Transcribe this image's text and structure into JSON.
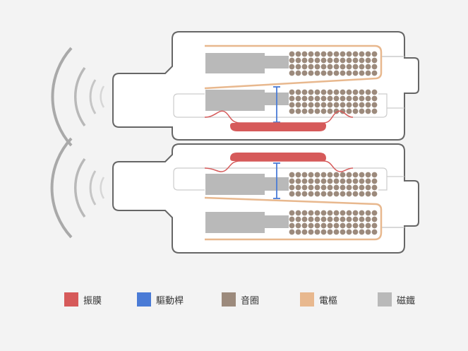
{
  "legend": [
    {
      "label": "振膜",
      "color": "#d65a5a"
    },
    {
      "label": "驅動桿",
      "color": "#4a7bd6"
    },
    {
      "label": "音圈",
      "color": "#9c8a7c"
    },
    {
      "label": "電樞",
      "color": "#e8b88e"
    },
    {
      "label": "磁鐵",
      "color": "#b9b9b9"
    }
  ],
  "colors": {
    "background": "#f3f3f3",
    "housing_fill": "#ffffff",
    "housing_stroke": "#666666",
    "inner_frame": "#cccccc",
    "sound_wave": "#a9a9a9",
    "coil_dot": "#9c8a7c",
    "armature": "#e8b88e",
    "magnet": "#b9b9b9",
    "drive_rod": "#4a7bd6",
    "diaphragm": "#d65a5a"
  }
}
